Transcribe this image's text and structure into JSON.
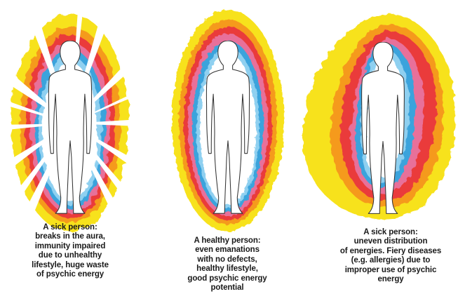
{
  "panels": [
    {
      "id": "sick-broken",
      "caption": [
        "A sick person:",
        "breaks in the aura,",
        "immunity impaired",
        "due to unhealthy",
        "lifestyle, huge waste",
        "of psychic energy"
      ]
    },
    {
      "id": "healthy",
      "caption": [
        "A healthy person:",
        "even emanations",
        "with no defects,",
        "healthy lifestyle,",
        "good psychic energy",
        "potential"
      ]
    },
    {
      "id": "sick-uneven",
      "caption": [
        "A sick person:",
        "uneven distribution",
        "of energies. Fiery diseases",
        "(e.g. allergies) due to",
        "improper use of psychic",
        "energy"
      ]
    }
  ],
  "colors": {
    "yellow": "#f7e21b",
    "orange": "#f59a1e",
    "red": "#ea3b3b",
    "pink": "#e8709a",
    "blue": "#3aa3dc",
    "light_blue": "#8fd0f0",
    "outline": "#333333"
  }
}
